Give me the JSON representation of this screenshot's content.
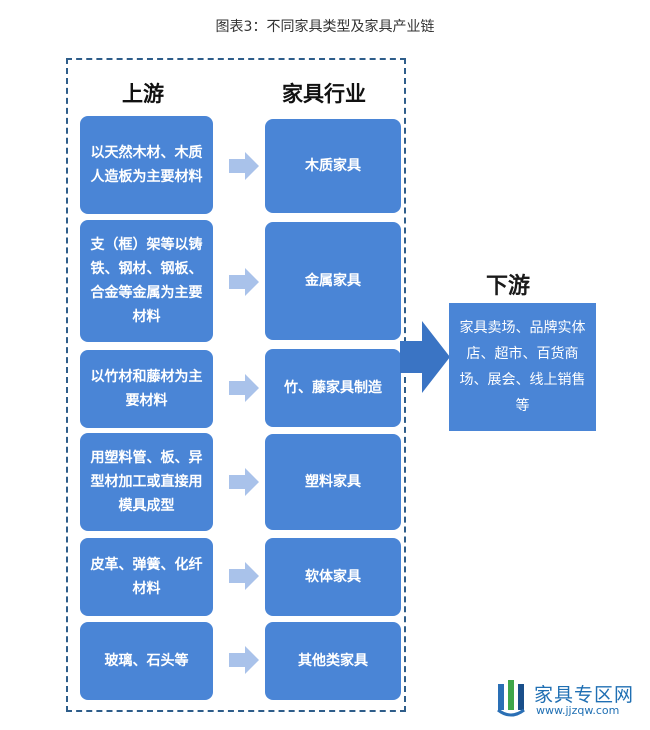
{
  "title": "图表3：不同家具类型及家具产业链",
  "headings": {
    "upstream": "上游",
    "industry": "家具行业",
    "downstream": "下游"
  },
  "rows": [
    {
      "material": "以天然木材、木质人造板为主要材料",
      "type": "木质家具"
    },
    {
      "material": "支（框）架等以铸铁、钢材、钢板、合金等金属为主要材料",
      "type": "金属家具"
    },
    {
      "material": "以竹材和藤材为主要材料",
      "type": "竹、藤家具制造"
    },
    {
      "material": "用塑料管、板、异型材加工或直接用模具成型",
      "type": "塑料家具"
    },
    {
      "material": "皮革、弹簧、化纤材料",
      "type": "软体家具"
    },
    {
      "material": "玻璃、石头等",
      "type": "其他类家具"
    }
  ],
  "downstream_text": "家具卖场、品牌实体店、超市、百货商场、展会、线上销售等",
  "logo": {
    "name": "家具专区网",
    "url": "www.jjzqw.com"
  },
  "colors": {
    "box": "#4a85d6",
    "arrow": "#a9c2ea",
    "big_arrow": "#3a74c4",
    "frame": "#2e5d8a"
  }
}
